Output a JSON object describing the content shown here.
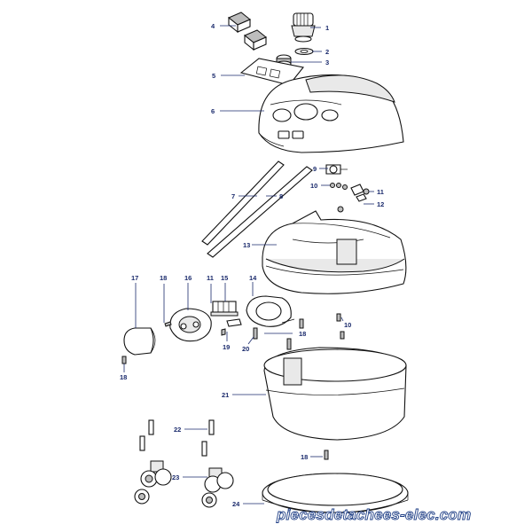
{
  "callouts": [
    {
      "id": "c1",
      "label": "1"
    },
    {
      "id": "c2",
      "label": "2"
    },
    {
      "id": "c3",
      "label": "3"
    },
    {
      "id": "c4",
      "label": "4"
    },
    {
      "id": "c5",
      "label": "5"
    },
    {
      "id": "c6",
      "label": "6"
    },
    {
      "id": "c7",
      "label": "7"
    },
    {
      "id": "c8",
      "label": "8"
    },
    {
      "id": "c9",
      "label": "9"
    },
    {
      "id": "c10a",
      "label": "10"
    },
    {
      "id": "c11a",
      "label": "11"
    },
    {
      "id": "c12a",
      "label": "12"
    },
    {
      "id": "c13",
      "label": "13"
    },
    {
      "id": "c14",
      "label": "14"
    },
    {
      "id": "c15",
      "label": "15"
    },
    {
      "id": "c16",
      "label": "16"
    },
    {
      "id": "c17",
      "label": "17"
    },
    {
      "id": "c18a",
      "label": "18"
    },
    {
      "id": "c11b",
      "label": "11"
    },
    {
      "id": "c10b",
      "label": "10"
    },
    {
      "id": "c18b",
      "label": "18"
    },
    {
      "id": "c18c",
      "label": "18"
    },
    {
      "id": "c19",
      "label": "19"
    },
    {
      "id": "c20",
      "label": "20"
    },
    {
      "id": "c21",
      "label": "21"
    },
    {
      "id": "c22",
      "label": "22"
    },
    {
      "id": "c23",
      "label": "23"
    },
    {
      "id": "c18d",
      "label": "18"
    },
    {
      "id": "c24",
      "label": "24"
    }
  ],
  "watermark": "piecesdetachees-elec.com",
  "colors": {
    "callout": "#1a2a6c",
    "watermark_stroke": "#1f3f86"
  }
}
